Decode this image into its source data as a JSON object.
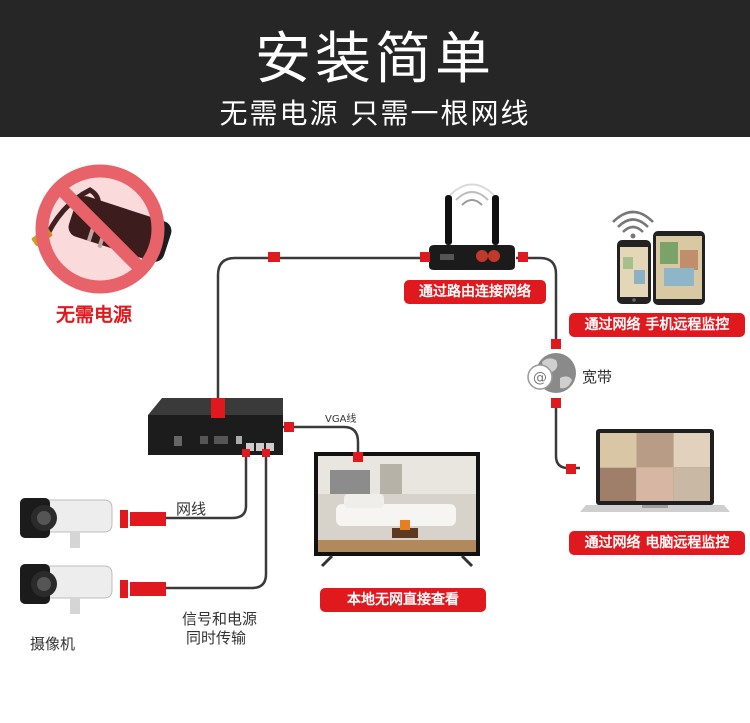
{
  "header": {
    "title": "安装简单",
    "subtitle": "无需电源  只需一根网线"
  },
  "labels": {
    "no_power": "无需电源",
    "router": "通过路由连接网络",
    "mobile": "通过网络 手机远程监控",
    "broadband": "宽带",
    "vga": "VGA线",
    "cable": "网线",
    "signal_line1": "信号和电源",
    "signal_line2": "同时传输",
    "camera": "摄像机",
    "local_view": "本地无网直接查看",
    "pc": "通过网络 电脑远程监控"
  },
  "colors": {
    "header_bg": "#262626",
    "accent_red": "#e0191e"
  },
  "icons": [
    "no-entry-icon",
    "power-adapter-icon",
    "router-icon",
    "wifi-icon",
    "smartphone-icon",
    "tablet-icon",
    "globe-at-icon",
    "laptop-icon",
    "nvr-icon",
    "tv-icon",
    "camera-icon"
  ]
}
